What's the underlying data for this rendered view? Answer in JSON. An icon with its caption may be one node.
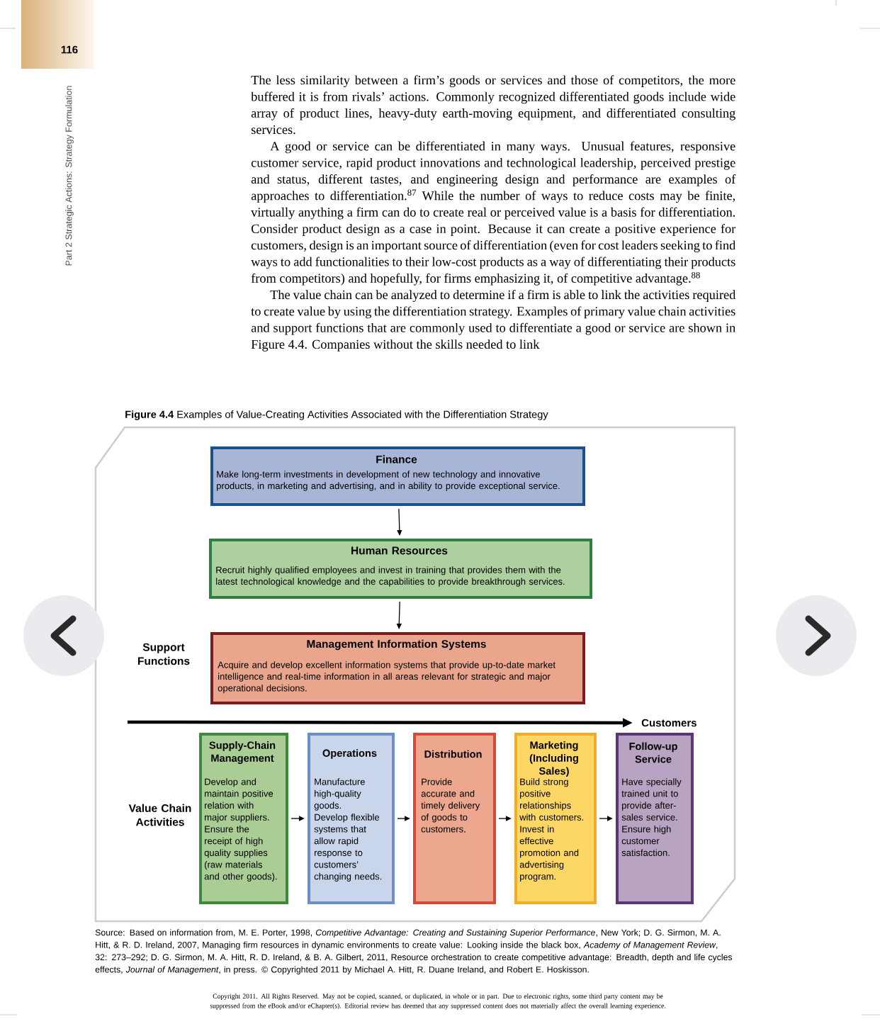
{
  "diagram": {
    "title": "**Figure 4.4** Examples of Value-Creating Activities Associated with the Differentiation Strategy",
    "caption": "Source: Based on information from, M. E. Porter, 1998, *Competitive Advantage: Creating and Sustaining Superior Performance*, New York; D. G. Sirmon, M. A. Hitt, & R. D. Ireland, 2007, Managing firm resources in dynamic environments to create value: Looking inside the black box, *Academy of Management Review*, 32: 273–292; D. G. Sirmon, M. A. Hitt, R. D. Ireland, & B. A. Gilbert, 2011, Resource orchestration to create competitive advantage: Breadth, depth and life cycles effects, *Journal of Management*, in press. © Copyrighted 2011 by Michael A. Hitt, R. Duane Ireland, and Robert E. Hoskisson.",
    "nodes": [
      {
        "text": [
          "Finance",
          "Make long-term investments in development of new technology and innovative products, in marketing and advertising, and in ability to provide exceptional service."
        ]
      },
      {
        "text": [
          "Human Resources",
          "Recruit highly qualified employees and invest in training that provides them with the latest technological knowledge and the capabilities to provide breakthrough services."
        ]
      },
      {
        "text": [
          "Management Information Systems",
          "Acquire and develop excellent information systems that provide up-to-date market intelligence and real-time information in all areas relevant for strategic and major operational decisions."
        ]
      },
      {
        "text": [
          "Customers"
        ]
      },
      {
        "text": [
          "Supply-Chain Management",
          "Develop and maintain positive relation with major suppliers.",
          "Ensure the receipt of high quality supplies (raw materials and other goods)."
        ]
      },
      {
        "text": [
          "Operations",
          "Manufacture high-quality goods.",
          "Develop flexible systems that allow rapid response to customers’ changing needs."
        ]
      },
      {
        "text": [
          "Distribution",
          "Provide accurate and timely delivery of goods to customers."
        ]
      },
      {
        "text": [
          "Marketing (Including Sales)",
          "Build strong positive relationships with customers.",
          "Invest in effective promotion and advertising program."
        ]
      },
      {
        "text": [
          "Follow-up Service",
          "Have specially trained unit to provide after-sales service.",
          "Ensure high customer satisfaction."
        ]
      }
    ],
    "edges": [
      {
        "from": 0,
        "to": 1,
        "arrow": "to"
      },
      {
        "from": 1,
        "to": 2,
        "arrow": "to"
      },
      {
        "from": null,
        "to": 3,
        "arrow": "to",
        "style": "thick"
      },
      {
        "from": 4,
        "to": 5,
        "arrow": "to"
      },
      {
        "from": 5,
        "to": 6,
        "arrow": "to"
      },
      {
        "from": 6,
        "to": 7,
        "arrow": "to"
      },
      {
        "from": 7,
        "to": 8,
        "arrow": "to"
      }
    ],
    "labels": [
      "116",
      "Part 2 Strategic Actions: Strategy Formulation",
      "The less similarity between a firm’s goods or services and those of competitors, the more buffered it is from rivals’ actions. Commonly recognized differentiated goods include wide array of product lines, heavy-duty earth-moving equipment, and differentiated consulting services.",
      "A good or service can be differentiated in many ways. Unusual features, responsive customer service, rapid product innovations and technological leadership, perceived prestige and status, different tastes, and engineering design and performance are examples of approaches to differentiation.$^{87}$ While the number of ways to reduce costs may be finite, virtually anything a firm can do to create real or perceived value is a basis for differentiation. Consider product design as a case in point. Because it can create a positive experience for customers, design is an important source of differentiation (even for cost leaders seeking to find ways to add functionalities to their low-cost products as a way of differentiating their products from competitors) and hopefully, for firms emphasizing it, of competitive advantage.$^{88}$",
      "The value chain can be analyzed to determine if a firm is able to link the activities required to create value by using the differentiation strategy. Examples of primary value chain activities and support functions that are commonly used to differentiate a good or service are shown in Figure 4.4. Companies without the skills needed to link",
      "Support Functions",
      "Value Chain Activities",
      "Copyright 2011. All Rights Reserved. May not be copied, scanned, or duplicated, in whole or in part. Due to electronic rights, some third party content may be suppressed from the eBook and/or eChapter(s). Editorial review has deemed that any suppressed content does not materially affect the overall learning experience."
    ]
  }
}
